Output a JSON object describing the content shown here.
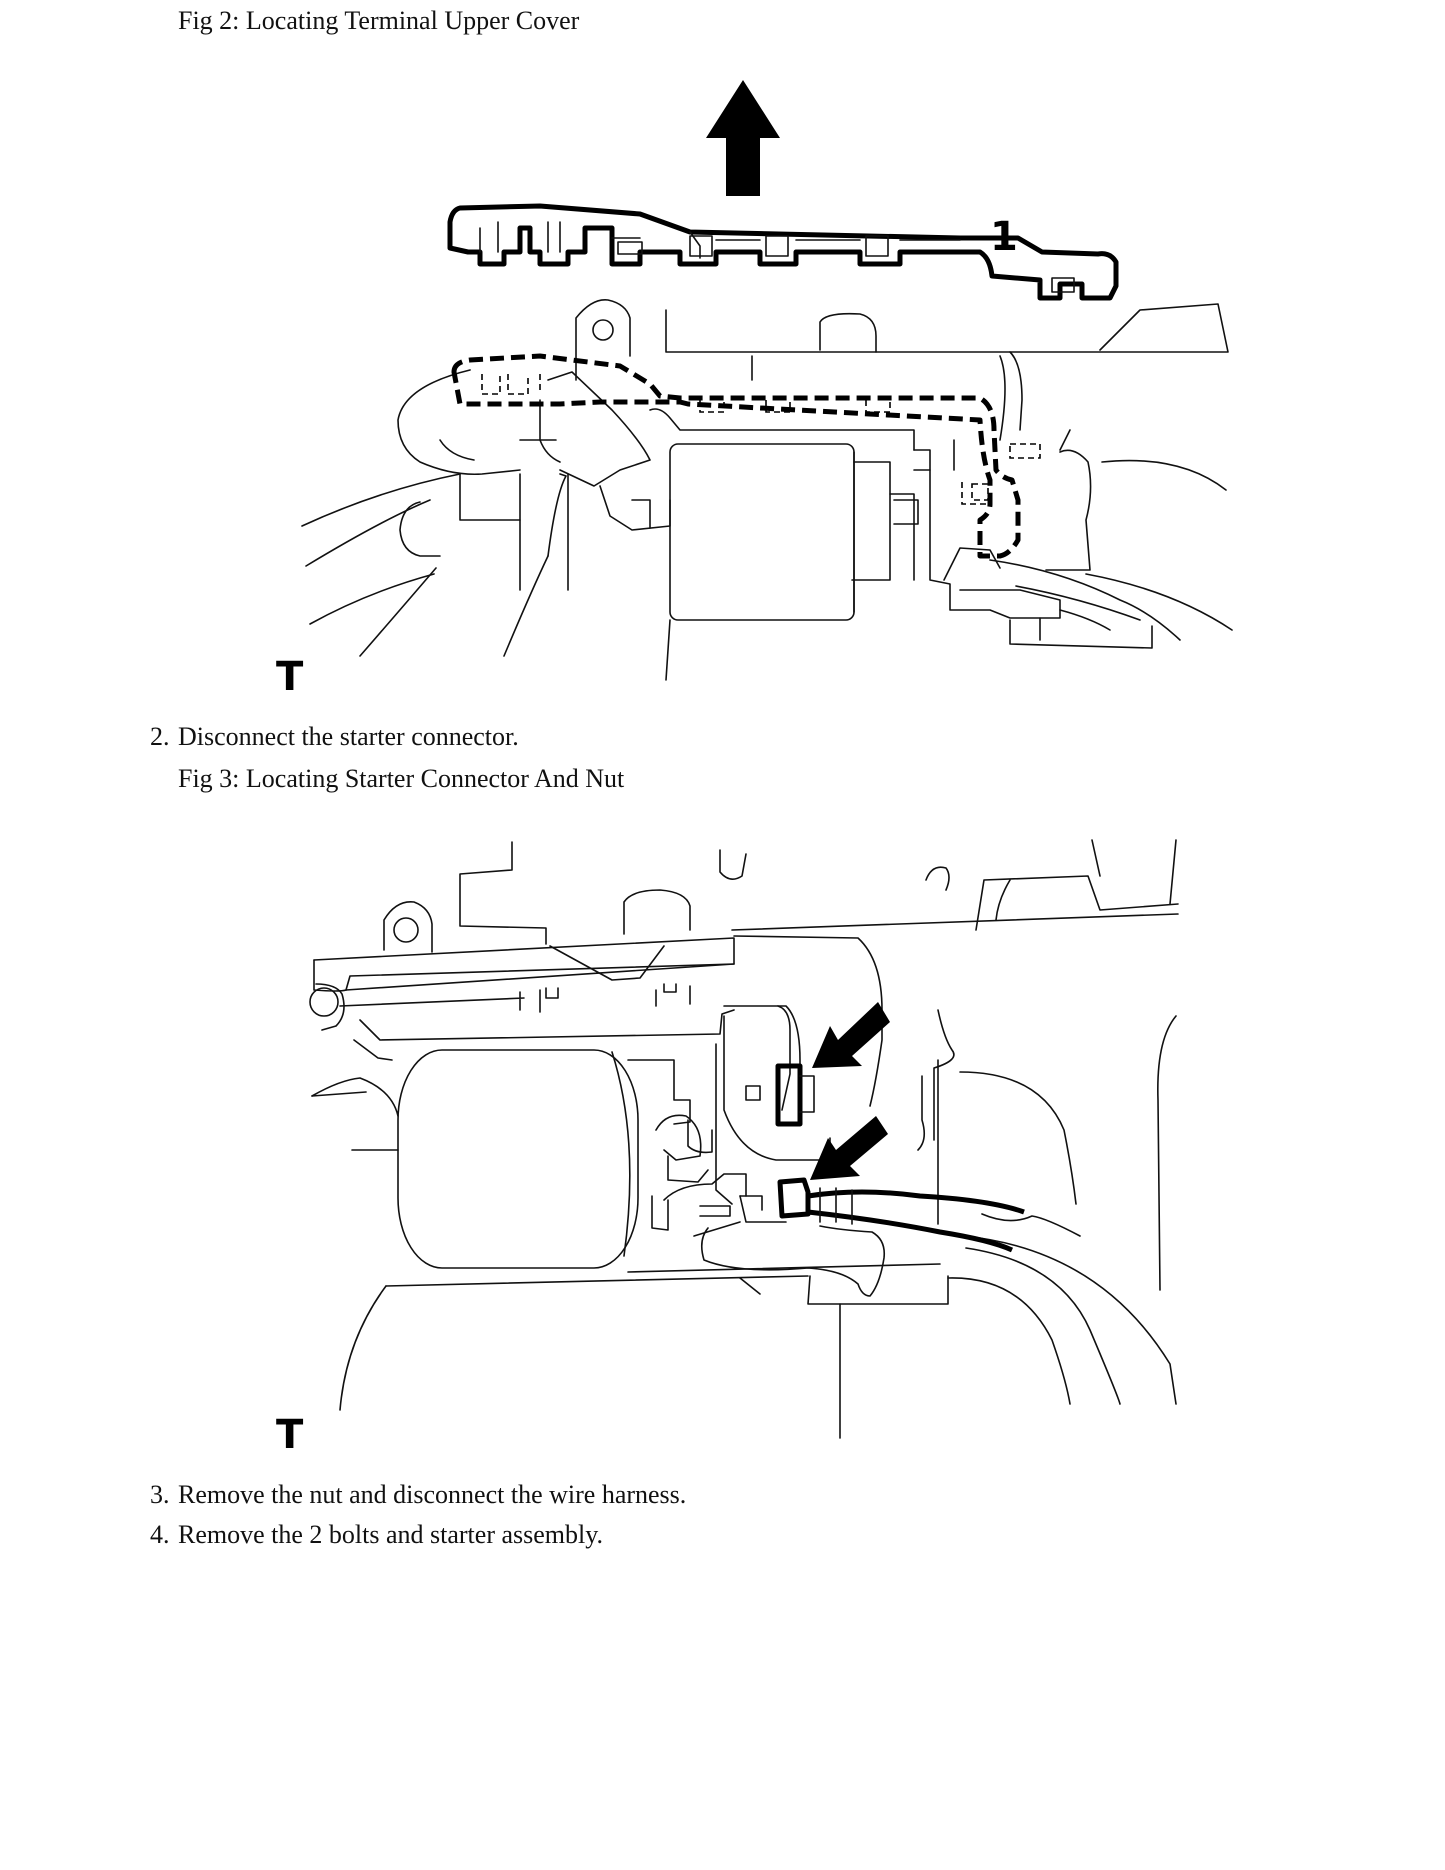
{
  "figures": [
    {
      "caption": "Fig 2: Locating Terminal Upper Cover",
      "callout": "1",
      "orientation_mark": "T",
      "icons": [
        "up-arrow-icon"
      ]
    },
    {
      "caption": "Fig 3: Locating Starter Connector And Nut",
      "orientation_mark": "T",
      "icons": [
        "pointer-arrow-icon",
        "pointer-arrow-icon"
      ]
    }
  ],
  "steps": [
    {
      "number": "2.",
      "text": "Disconnect the starter connector."
    },
    {
      "number": "3.",
      "text": "Remove the nut and disconnect the wire harness."
    },
    {
      "number": "4.",
      "text": "Remove the 2 bolts and starter assembly."
    }
  ]
}
